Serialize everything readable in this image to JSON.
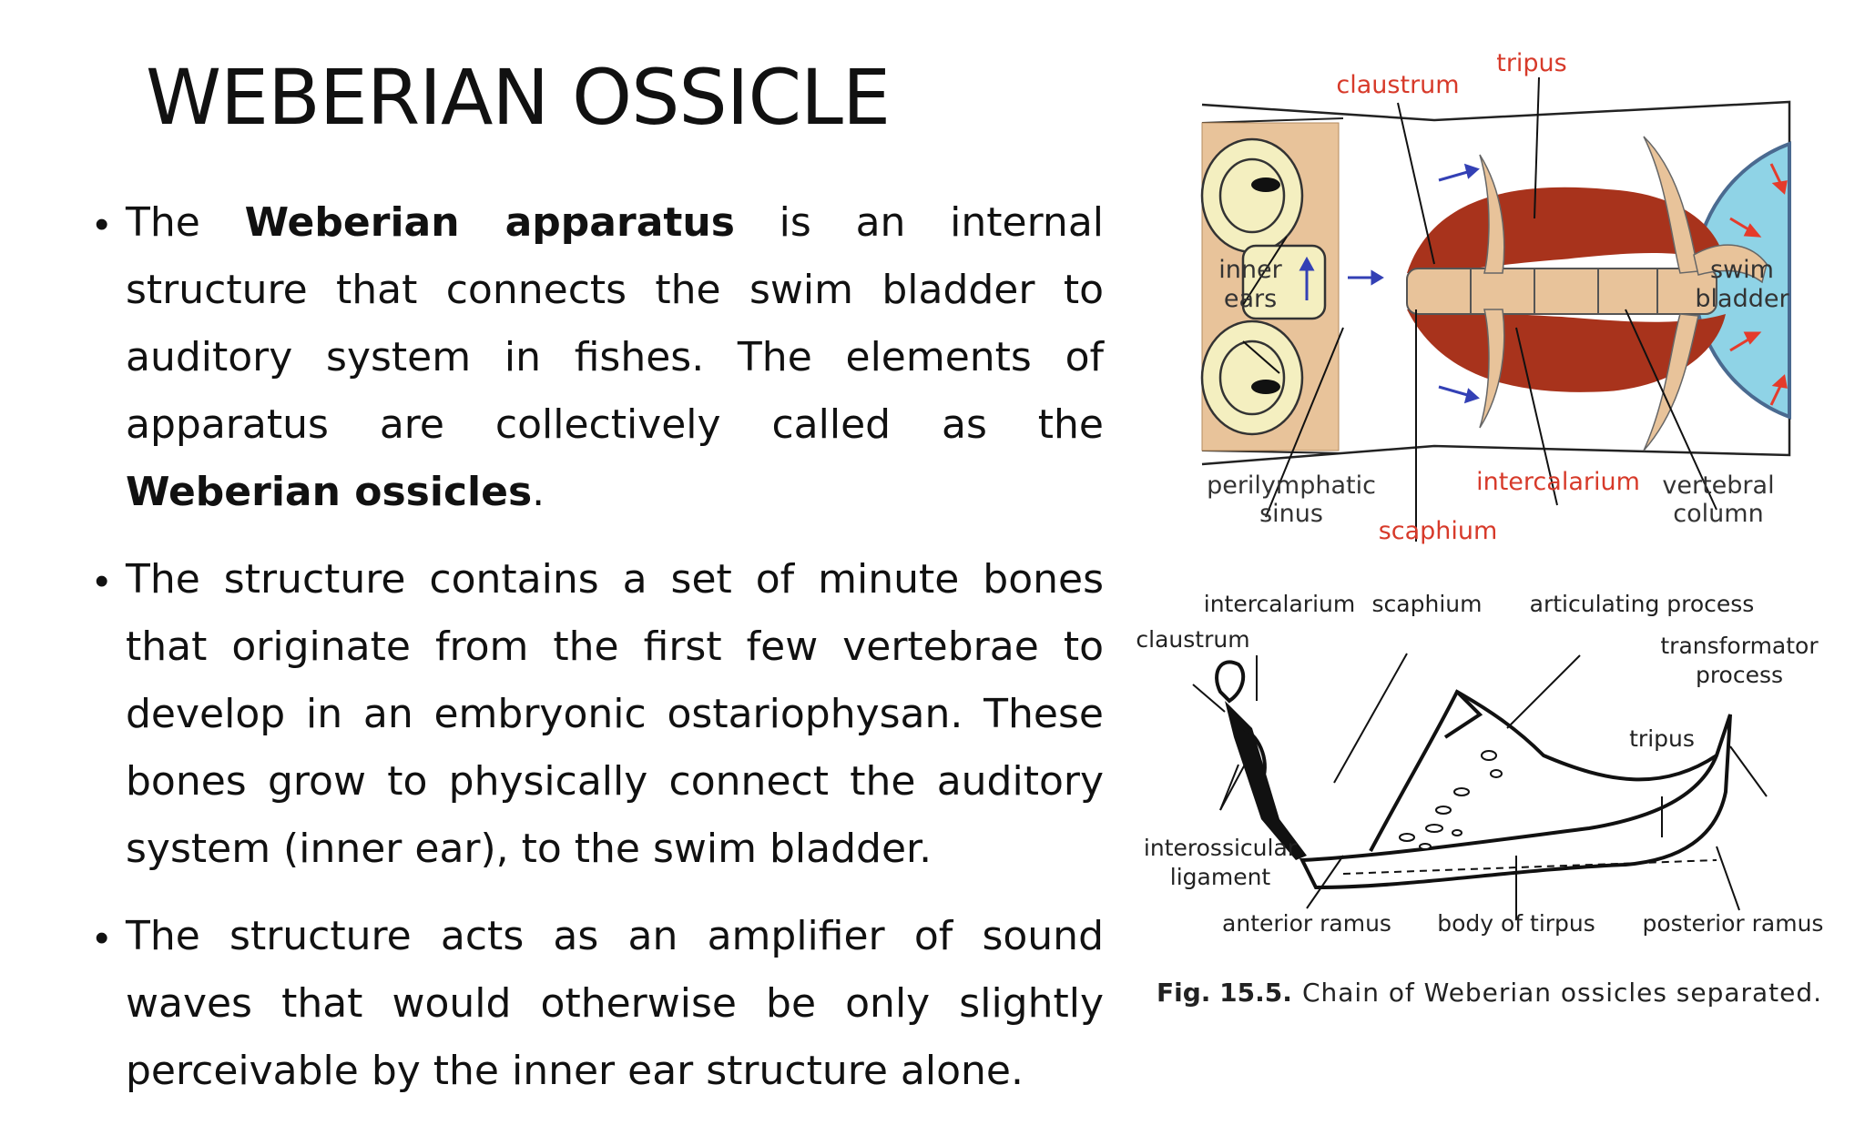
{
  "slide": {
    "title": "WEBERIAN OSSICLE",
    "bullets": [
      {
        "p1": "The ",
        "b1": "Weberian apparatus",
        "p2": " is an internal structure that connects the swim bladder to auditory system in fishes. The elements of apparatus are collectively called as the ",
        "b2": "Weberian ossicles",
        "p3": "."
      },
      {
        "p1": "The structure contains a set of minute bones that originate from the first few vertebrae to develop in an embryonic ostariophysan. These bones grow to physically connect the auditory system (inner ear), to the swim bladder."
      },
      {
        "p1": "The structure acts as an amplifier of sound waves that would otherwise be only slightly perceivable by the inner ear structure alone."
      }
    ]
  },
  "figure_top": {
    "labels": {
      "tripus": "tripus",
      "claustrum": "claustrum",
      "inner_ears_1": "inner",
      "inner_ears_2": "ears",
      "swim_bladder_1": "swim",
      "swim_bladder_2": "bladder",
      "perilymphatic_1": "perilymphatic",
      "perilymphatic_2": "sinus",
      "scaphium": "scaphium",
      "intercalarium": "intercalarium",
      "vertebral_1": "vertebral",
      "vertebral_2": "column"
    },
    "colors": {
      "bone": "#E8C39A",
      "ligament": "#A8331C",
      "swim_bladder": "#8FD3E6",
      "arrow_red": "#E53B2B",
      "arrow_blue": "#3340B5",
      "label_red": "#D73A2A",
      "ear": "#F4EFC0"
    }
  },
  "figure_bottom": {
    "labels": {
      "intercalarium": "intercalarium",
      "scaphium": "scaphium",
      "articulating": "articulating process",
      "claustrum": "claustrum",
      "transformator_1": "transformator",
      "transformator_2": "process",
      "tripus": "tripus",
      "interossicular_1": "interossicular",
      "interossicular_2": "ligament",
      "anterior_ramus": "anterior ramus",
      "body_of_tirpus": "body of tirpus",
      "posterior_ramus": "posterior ramus"
    },
    "caption_prefix": "Fig. 15.5.",
    "caption": "Chain of Weberian ossicles separated."
  }
}
